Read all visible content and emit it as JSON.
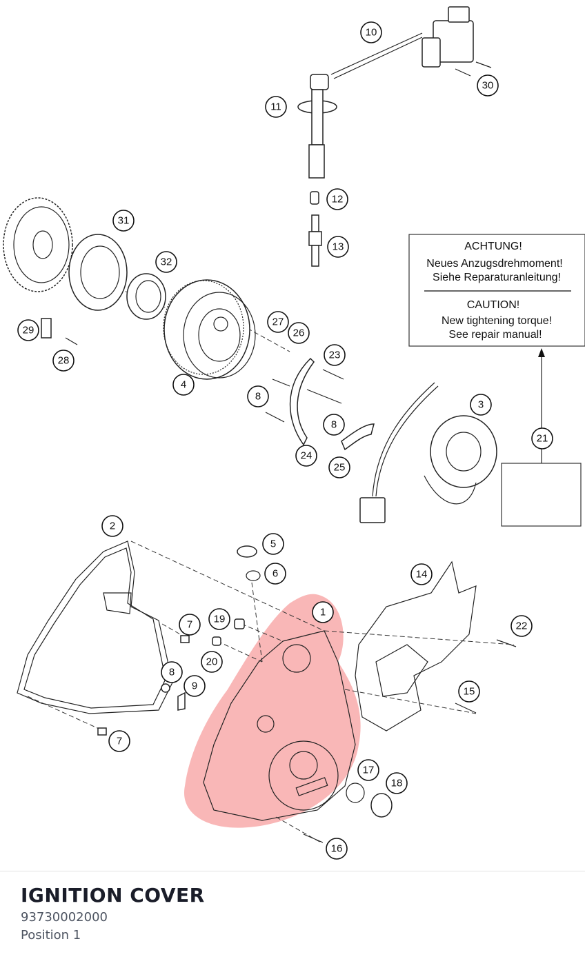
{
  "part": {
    "title": "IGNITION COVER",
    "number": "93730002000",
    "position": "Position 1"
  },
  "notice": {
    "de_title": "ACHTUNG!",
    "de_line1": "Neues Anzugsdrehmoment!",
    "de_line2": "Siehe Reparaturanleitung!",
    "en_title": "CAUTION!",
    "en_line1": "New tightening torque!",
    "en_line2": "See repair manual!"
  },
  "callouts": [
    "1",
    "2",
    "3",
    "4",
    "5",
    "6",
    "7",
    "7",
    "8",
    "8",
    "8",
    "9",
    "10",
    "11",
    "12",
    "13",
    "14",
    "15",
    "16",
    "17",
    "18",
    "19",
    "20",
    "21",
    "22",
    "23",
    "24",
    "25",
    "26",
    "27",
    "28",
    "29",
    "30",
    "31",
    "32"
  ],
  "colors": {
    "highlight": "#f47c7c",
    "ink": "#1a1d29",
    "muted": "#4d5461"
  }
}
